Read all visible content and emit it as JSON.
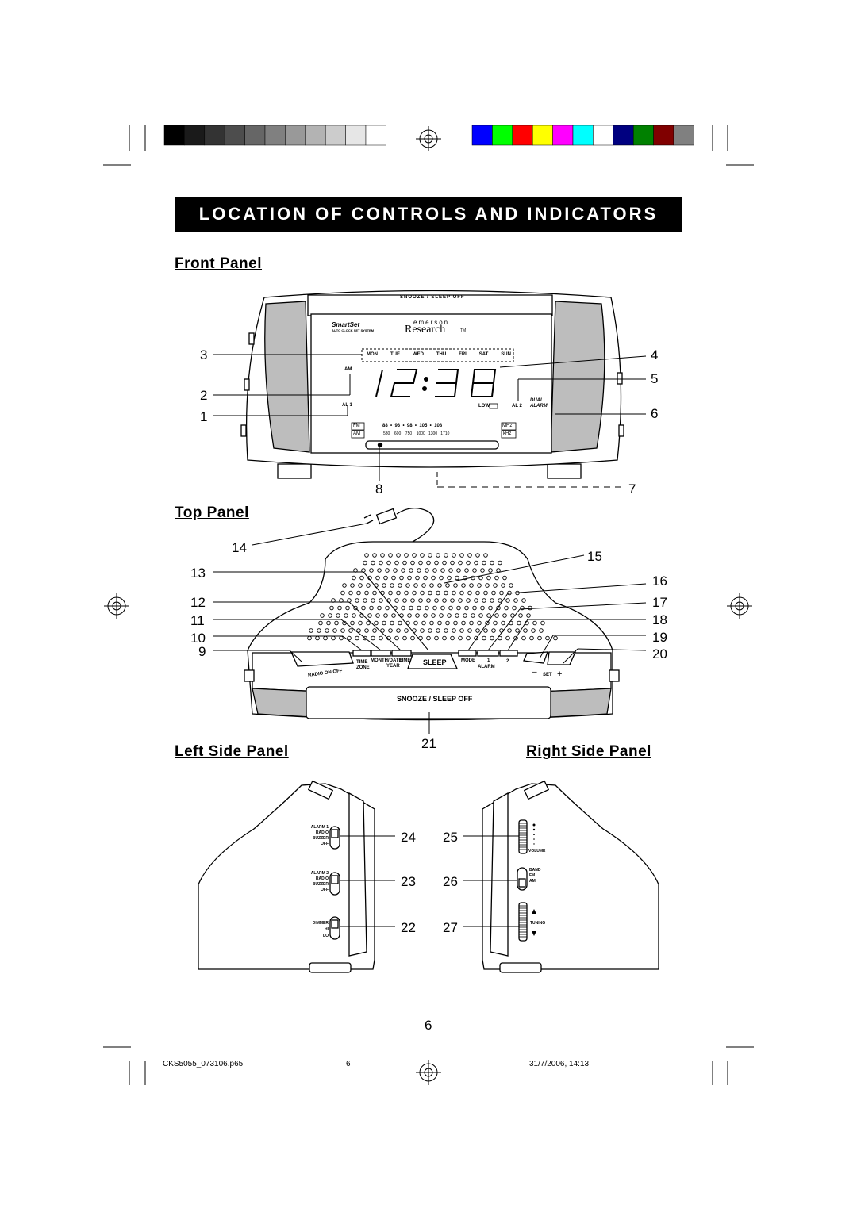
{
  "title": "LOCATION OF CONTROLS AND INDICATORS",
  "headings": {
    "front": "Front Panel",
    "top": "Top Panel",
    "left": "Left Side Panel",
    "right": "Right Side Panel"
  },
  "colors": {
    "grayscale": [
      "#000000",
      "#1a1a1a",
      "#333333",
      "#4d4d4d",
      "#666666",
      "#808080",
      "#999999",
      "#b3b3b3",
      "#cccccc",
      "#e6e6e6",
      "#ffffff"
    ],
    "colorbar": [
      "#0000ff",
      "#00ff00",
      "#ff0000",
      "#ffff00",
      "#ff00ff",
      "#00ffff",
      "#ffffff",
      "#000080",
      "#008000",
      "#800000",
      "#808080"
    ]
  },
  "front": {
    "brand_small": "SmartSet",
    "brand_small_sub": "AUTO CLOCK SET SYSTEM",
    "brand_top": "emerson",
    "brand_main": "Research",
    "brand_tm": "TM",
    "top_label": "SNOOZE / SLEEP OFF",
    "days": [
      "MON",
      "TUE",
      "WED",
      "THU",
      "FRI",
      "SAT",
      "SUN"
    ],
    "time": "12:38",
    "am": "AM",
    "al1": "AL 1",
    "low": "LOW",
    "al2": "AL 2",
    "dual": "DUAL",
    "alarm": "ALARM",
    "fm": "FM",
    "am_band": "AM",
    "fm_scale": "88  •  93  •  98  •  105  •  108",
    "am_scale": "530    600    750    1000   1300   1710",
    "mhz": "MHz",
    "khz": "kHz",
    "callouts": [
      "3",
      "2",
      "1",
      "4",
      "5",
      "6",
      "8",
      "7"
    ]
  },
  "top": {
    "callouts_left": [
      "14",
      "13",
      "12",
      "11",
      "10",
      "9"
    ],
    "callouts_right": [
      "15",
      "16",
      "17",
      "18",
      "19",
      "20"
    ],
    "callout_bottom": "21",
    "radio_onoff": "RADIO ON/OFF",
    "time_zone": "TIME ZONE",
    "month_date": "MONTH/DATE",
    "year": "YEAR",
    "time": "TIME",
    "sleep": "SLEEP",
    "mode": "MODE",
    "alarm": "ALARM",
    "alarm_1": "1",
    "alarm_2": "2",
    "set": "SET",
    "minus": "–",
    "plus": "+",
    "snooze": "SNOOZE / SLEEP OFF"
  },
  "left": {
    "callouts": [
      "24",
      "23",
      "22"
    ],
    "sw1": [
      "ALARM 1",
      "RADIO",
      "BUZZER",
      "OFF"
    ],
    "sw2": [
      "ALARM 2",
      "RADIO",
      "BUZZER",
      "OFF"
    ],
    "sw3": [
      "DIMMER",
      "HI",
      "LO"
    ]
  },
  "right": {
    "callouts": [
      "25",
      "26",
      "27"
    ],
    "volume": "VOLUME",
    "band": [
      "BAND",
      "FM",
      "AM"
    ],
    "tuning": "TUNING"
  },
  "page_number": "6",
  "footer": {
    "file": "CKS5055_073106.p65",
    "page": "6",
    "date": "31/7/2006, 14:13"
  }
}
